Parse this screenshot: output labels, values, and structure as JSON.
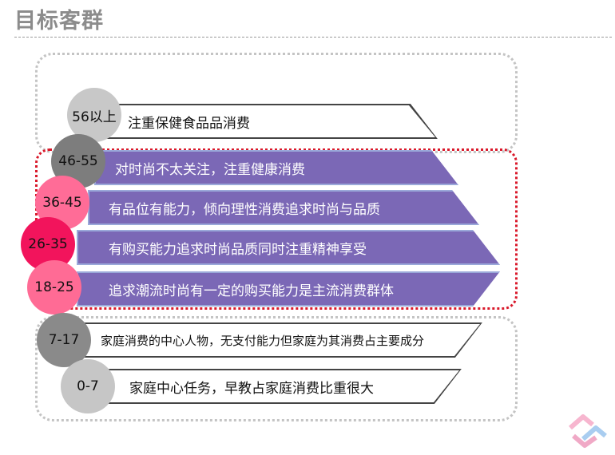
{
  "page": {
    "title": "目标客群"
  },
  "segments": [
    {
      "age": "56以上",
      "description": "注重保健食品品消费"
    },
    {
      "age": "46-55",
      "description": "对时尚不太关注，注重健康消费"
    },
    {
      "age": "36-45",
      "description": "有品位有能力，倾向理性消费追求时尚与品质"
    },
    {
      "age": "26-35",
      "description": "有购买能力追求时尚品质同时注重精神享受"
    },
    {
      "age": "18-25",
      "description": "追求潮流时尚有一定的购买能力是主流消费群体"
    },
    {
      "age": "7-17",
      "description": "家庭消费的中心人物，无支付能力但家庭为其消费占主要成分"
    },
    {
      "age": "0-7",
      "description": "家庭中心任务，早教占家庭消费比重很大"
    }
  ],
  "colors": {
    "purple_bar": "#7b68b6",
    "highlight_border": "#d9182a",
    "group_border": "#c4c4c4",
    "title": "#8c8c8c"
  },
  "icons": {
    "logo": "logo-icon"
  }
}
